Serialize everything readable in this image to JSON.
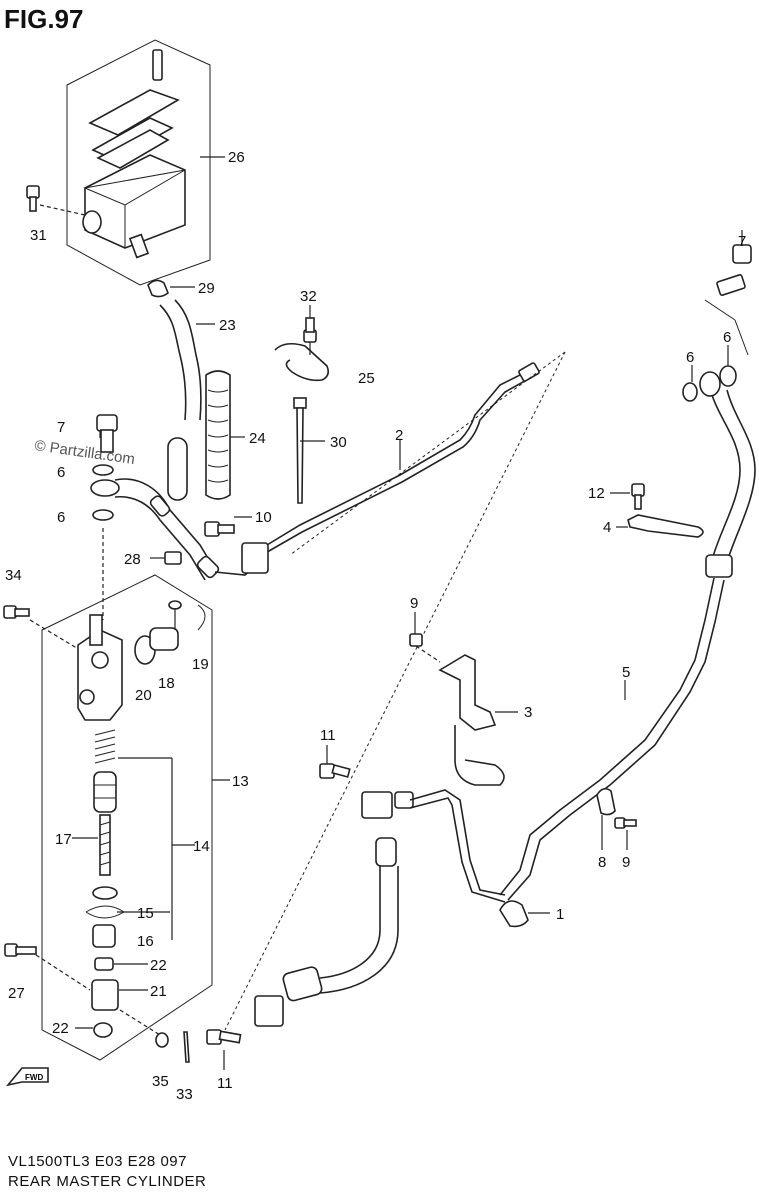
{
  "figure": {
    "title": "FIG.97",
    "watermark": "© Partzilla.com"
  },
  "callouts": [
    {
      "id": "c26",
      "text": "26"
    },
    {
      "id": "c31",
      "text": "31"
    },
    {
      "id": "c29",
      "text": "29"
    },
    {
      "id": "c23",
      "text": "23"
    },
    {
      "id": "c24",
      "text": "24"
    },
    {
      "id": "c32",
      "text": "32"
    },
    {
      "id": "c25",
      "text": "25"
    },
    {
      "id": "c30",
      "text": "30"
    },
    {
      "id": "c2",
      "text": "2"
    },
    {
      "id": "c7a",
      "text": "7"
    },
    {
      "id": "c6a",
      "text": "6"
    },
    {
      "id": "c6b",
      "text": "6"
    },
    {
      "id": "c10",
      "text": "10"
    },
    {
      "id": "c28",
      "text": "28"
    },
    {
      "id": "c34",
      "text": "34"
    },
    {
      "id": "c19",
      "text": "19"
    },
    {
      "id": "c20",
      "text": "20"
    },
    {
      "id": "c18",
      "text": "18"
    },
    {
      "id": "c13",
      "text": "13"
    },
    {
      "id": "c14",
      "text": "14"
    },
    {
      "id": "c17",
      "text": "17"
    },
    {
      "id": "c15",
      "text": "15"
    },
    {
      "id": "c16",
      "text": "16"
    },
    {
      "id": "c22a",
      "text": "22"
    },
    {
      "id": "c21",
      "text": "21"
    },
    {
      "id": "c27",
      "text": "27"
    },
    {
      "id": "c22b",
      "text": "22"
    },
    {
      "id": "c35",
      "text": "35"
    },
    {
      "id": "c33",
      "text": "33"
    },
    {
      "id": "c7b",
      "text": "7"
    },
    {
      "id": "c6c",
      "text": "6"
    },
    {
      "id": "c6d",
      "text": "6"
    },
    {
      "id": "c12",
      "text": "12"
    },
    {
      "id": "c4",
      "text": "4"
    },
    {
      "id": "c9a",
      "text": "9"
    },
    {
      "id": "c3",
      "text": "3"
    },
    {
      "id": "c5",
      "text": "5"
    },
    {
      "id": "c11a",
      "text": "11"
    },
    {
      "id": "c8",
      "text": "8"
    },
    {
      "id": "c9b",
      "text": "9"
    },
    {
      "id": "c1",
      "text": "1"
    },
    {
      "id": "c11b",
      "text": "11"
    }
  ],
  "footer": {
    "model_code": "VL1500TL3  E03  E28  097",
    "section_name": "REAR MASTER CYLINDER"
  },
  "fwd_badge": "FWD"
}
